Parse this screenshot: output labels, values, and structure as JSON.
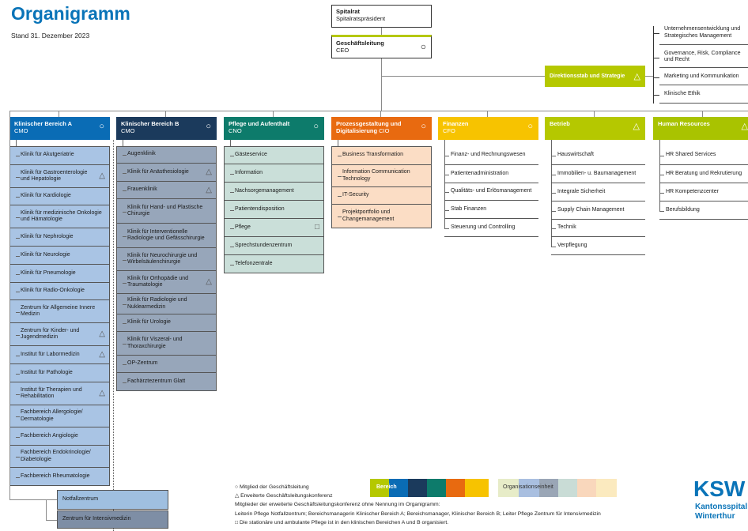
{
  "title": "Organigramm",
  "stand": "Stand 31. Dezember 2023",
  "top": {
    "spitalrat": {
      "title": "Spitalrat",
      "sub": "Spitalratspräsident"
    },
    "gl": {
      "title": "Geschäftsleitung",
      "sub": "CEO",
      "symbol": "○"
    }
  },
  "stab": {
    "label": "Direktionsstab und Strategie",
    "symbol": "△",
    "units": [
      "Unternehmensentwicklung und Strategisches Management",
      "Governance, Risk, Compliance und Recht",
      "Marketing und Kommunikation",
      "Klinische Ethik"
    ]
  },
  "columns": [
    {
      "title": "Klinischer Bereich A",
      "sub": "CMO",
      "symbol": "○",
      "units": [
        {
          "label": "Klinik für Akutgeriatrie",
          "sym": ""
        },
        {
          "label": "Klinik für Gastroenterologie und Hepatologie",
          "sym": "△"
        },
        {
          "label": "Klinik für Kardiologie",
          "sym": ""
        },
        {
          "label": "Klinik für medizinische Onkologie und Hämatologie",
          "sym": ""
        },
        {
          "label": "Klinik für Nephrologie",
          "sym": ""
        },
        {
          "label": "Klinik für Neurologie",
          "sym": ""
        },
        {
          "label": "Klinik für Pneumologie",
          "sym": ""
        },
        {
          "label": "Klinik für Radio-Onkologie",
          "sym": ""
        },
        {
          "label": "Zentrum für Allgemeine Innere Medizin",
          "sym": ""
        },
        {
          "label": "Zentrum für Kinder- und Jugendmedizin",
          "sym": "△"
        },
        {
          "label": "Institut für Labormedizin",
          "sym": "△"
        },
        {
          "label": "Institut für Pathologie",
          "sym": ""
        },
        {
          "label": "Institut für Therapien und Rehabilitation",
          "sym": "△"
        },
        {
          "label": "Fachbereich Allergologie/ Dermatologie",
          "sym": ""
        },
        {
          "label": "Fachbereich Angiologie",
          "sym": ""
        },
        {
          "label": "Fachbereich Endokrinologie/ Diabetologie",
          "sym": ""
        },
        {
          "label": "Fachbereich Rheumatologie",
          "sym": ""
        }
      ]
    },
    {
      "title": "Klinischer Bereich B",
      "sub": "CMO",
      "symbol": "○",
      "units": [
        {
          "label": "Augenklinik",
          "sym": ""
        },
        {
          "label": "Klinik für Anästhesiologie",
          "sym": "△"
        },
        {
          "label": "Frauenklinik",
          "sym": "△"
        },
        {
          "label": "Klinik für Hand- und Plastische Chirurgie",
          "sym": ""
        },
        {
          "label": "Klinik für Interventionelle Radiologie und Gefässchirurgie",
          "sym": ""
        },
        {
          "label": "Klinik für Neurochirurgie und Wirbelsäulenchirurgie",
          "sym": ""
        },
        {
          "label": "Klinik für Orthopädie und Traumatologie",
          "sym": "△"
        },
        {
          "label": "Klinik für Radiologie und Nuklearmedizin",
          "sym": ""
        },
        {
          "label": "Klinik für Urologie",
          "sym": ""
        },
        {
          "label": "Klinik für Viszeral- und Thoraxchirurgie",
          "sym": ""
        },
        {
          "label": "OP-Zentrum",
          "sym": ""
        },
        {
          "label": "Fachärztezentrum Glatt",
          "sym": ""
        }
      ]
    },
    {
      "title": "Pflege und Aufenthalt",
      "sub": "CNO",
      "symbol": "○",
      "units": [
        {
          "label": "Gästeservice",
          "sym": ""
        },
        {
          "label": "Information",
          "sym": ""
        },
        {
          "label": "Nachsorgemanagement",
          "sym": ""
        },
        {
          "label": "Patientendisposition",
          "sym": ""
        },
        {
          "label": "Pflege",
          "sym": "□"
        },
        {
          "label": "Sprechstundenzentrum",
          "sym": ""
        },
        {
          "label": "Telefonzentrale",
          "sym": ""
        }
      ]
    },
    {
      "title": "Prozessgestaltung und Digitalisierung",
      "titleSuffix": " CIO",
      "sub": "",
      "symbol": "○",
      "units": [
        {
          "label": "Business Transformation",
          "sym": ""
        },
        {
          "label": "Information Communication Technology",
          "sym": ""
        },
        {
          "label": "IT-Security",
          "sym": ""
        },
        {
          "label": "Projektportfolio und Changemanagement",
          "sym": ""
        }
      ]
    },
    {
      "title": "Finanzen",
      "sub": "CFO",
      "symbol": "○",
      "units": [
        {
          "label": "Finanz- und Rechnungswesen",
          "sym": ""
        },
        {
          "label": "Patientenadministration",
          "sym": ""
        },
        {
          "label": "Qualitäts- und Erlösmanagement",
          "sym": ""
        },
        {
          "label": "Stab Finanzen",
          "sym": ""
        },
        {
          "label": "Steuerung und Controlling",
          "sym": ""
        }
      ]
    },
    {
      "title": "Betrieb",
      "sub": "",
      "symbol": "△",
      "units": [
        {
          "label": "Hauswirtschaft",
          "sym": ""
        },
        {
          "label": "Immobilien- u. Baumanagement",
          "sym": ""
        },
        {
          "label": "Integrale Sicherheit",
          "sym": ""
        },
        {
          "label": "Supply Chain Management",
          "sym": ""
        },
        {
          "label": "Technik",
          "sym": ""
        },
        {
          "label": "Verpflegung",
          "sym": ""
        }
      ]
    },
    {
      "title": "Human Resources",
      "sub": "",
      "symbol": "△",
      "units": [
        {
          "label": "HR Shared Services",
          "sym": ""
        },
        {
          "label": "HR Beratung und Rekrutierung",
          "sym": ""
        },
        {
          "label": "HR Kompetenzcenter",
          "sym": ""
        },
        {
          "label": "Berufsbildung",
          "sym": ""
        }
      ]
    }
  ],
  "extra": [
    "Notfallzentrum",
    "Zentrum für Intensivmedizin"
  ],
  "legend": {
    "circle": "○",
    "triangle": "△",
    "square": "□",
    "member": "Mitglied der Geschäftsleitung",
    "extended": "Erweiterte Geschäftsleitungskonferenz",
    "line3": "Mitglieder der erweiterte Geschäftsleitungskonferenz ohne Nennung im Organigramm:",
    "line4": "Leiterin Pflege Notfallzentrum; Bereichsmanagerin Klinischer Bereich A; Bereichsmanager, Klinischer Bereich B; Leiter Pflege Zentrum für Intensivmedizin",
    "line5": "Die stationäre und ambulante Pflege ist in den klinischen Bereichen A und B organisiert.",
    "bereich": "Bereich",
    "einheit": "Organisationseinheit"
  },
  "logo": {
    "mark": "KSW",
    "line1": "Kantonsspital",
    "line2": "Winterthur"
  },
  "colors": {
    "c1": "#0a6cb5",
    "c2": "#1b3a5c",
    "c3": "#0d7b6b",
    "c4": "#e86a10",
    "c5": "#f7c300",
    "c6": "#b5c800",
    "c6b": "#a9c300"
  }
}
